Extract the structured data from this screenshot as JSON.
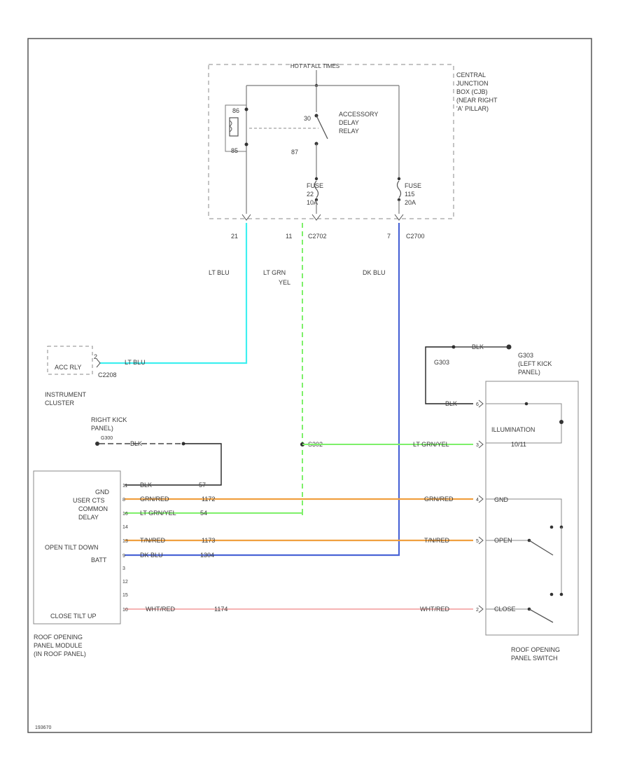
{
  "colors": {
    "frame": "#555555",
    "dashed_box": "#888888",
    "wire_gray": "#7a7a7a",
    "wire_dark": "#222222",
    "lt_blu": "#3ff0f0",
    "lt_grn_yel": "#7ef06a",
    "dk_blu": "#4a64d6",
    "orange": "#f0a040",
    "pink": "#f0a0a0"
  },
  "junction_box": {
    "title": "HOT AT ALL TIMES",
    "side_label": [
      "CENTRAL",
      "JUNCTION",
      "BOX (CJB)",
      "(NEAR RIGHT",
      "'A' PILLAR)"
    ],
    "relay_label": [
      "ACCESSORY",
      "DELAY",
      "RELAY"
    ],
    "relay_pins": {
      "p1": "30",
      "p2": "87",
      "p3": "86",
      "p4": "85"
    },
    "fuse1": [
      "FUSE",
      "22",
      "10A"
    ],
    "fuse2": [
      "FUSE",
      "115",
      "20A"
    ],
    "pin_left": "21",
    "pin_mid": "11",
    "pin_mid_conn": "C2702",
    "pin_right": "7",
    "pin_right_conn": "C2700"
  },
  "wires": {
    "lt_blu": "LT BLU",
    "lt_grn_yel": [
      "LT GRN",
      "YEL"
    ],
    "dk_blu": "DK BLU"
  },
  "instrument_cluster": {
    "box_label": "ACC RLY",
    "pin": "2",
    "wire": "LT BLU",
    "connector": "C2208",
    "name": [
      "INSTRUMENT",
      "CLUSTER"
    ]
  },
  "right_kick": {
    "label": [
      "RIGHT KICK",
      "PANEL)"
    ],
    "g_label": "G300",
    "wire": "BLK"
  },
  "left_kick": {
    "wire": "BLK",
    "g1": "G303",
    "g2": "G303",
    "label": [
      "(LEFT KICK",
      "PANEL)"
    ]
  },
  "splice": "S302",
  "module": {
    "labels": [
      "GND",
      "USER CTS",
      "COMMON",
      "DELAY",
      "OPEN TILT DOWN",
      "BATT",
      "CLOSE TILT UP"
    ],
    "pins": [
      "11",
      "8",
      "16",
      "14",
      "13",
      "9",
      "3",
      "12",
      "15",
      "10"
    ],
    "name": [
      "ROOF OPENING",
      "PANEL MODULE",
      "(IN ROOF PANEL)"
    ]
  },
  "harness": {
    "row1": {
      "wire": "BLK",
      "circuit": "57"
    },
    "row2": {
      "wire": "GRN/RED",
      "circuit": "1172"
    },
    "row3": {
      "wire": "LT GRN/YEL",
      "circuit": "54"
    },
    "row4": {
      "wire": "T/N/RED",
      "circuit": "1173"
    },
    "row5": {
      "wire": "DK BLU",
      "circuit": "1304"
    },
    "row6": {
      "wire": "WHT/RED",
      "circuit": "1174"
    },
    "s302_wire": "LT GRN/YEL",
    "sw_row1": {
      "wire": "BLK",
      "pin": "6"
    },
    "sw_row2": {
      "wire": "LT GRN/YEL",
      "pin": "3"
    },
    "sw_row3": {
      "wire": "GRN/RED",
      "pin": "4"
    },
    "sw_row4": {
      "wire": "T/N/RED",
      "pin": "5"
    },
    "sw_row5": {
      "wire": "WHT/RED",
      "pin": "2"
    }
  },
  "switch": {
    "illumination": "ILLUMINATION",
    "illum_sub": "10/11",
    "gnd": "GND",
    "open": "OPEN",
    "close": "CLOSE",
    "name": [
      "ROOF OPENING",
      "PANEL SWITCH"
    ]
  },
  "footer_code": "193670"
}
